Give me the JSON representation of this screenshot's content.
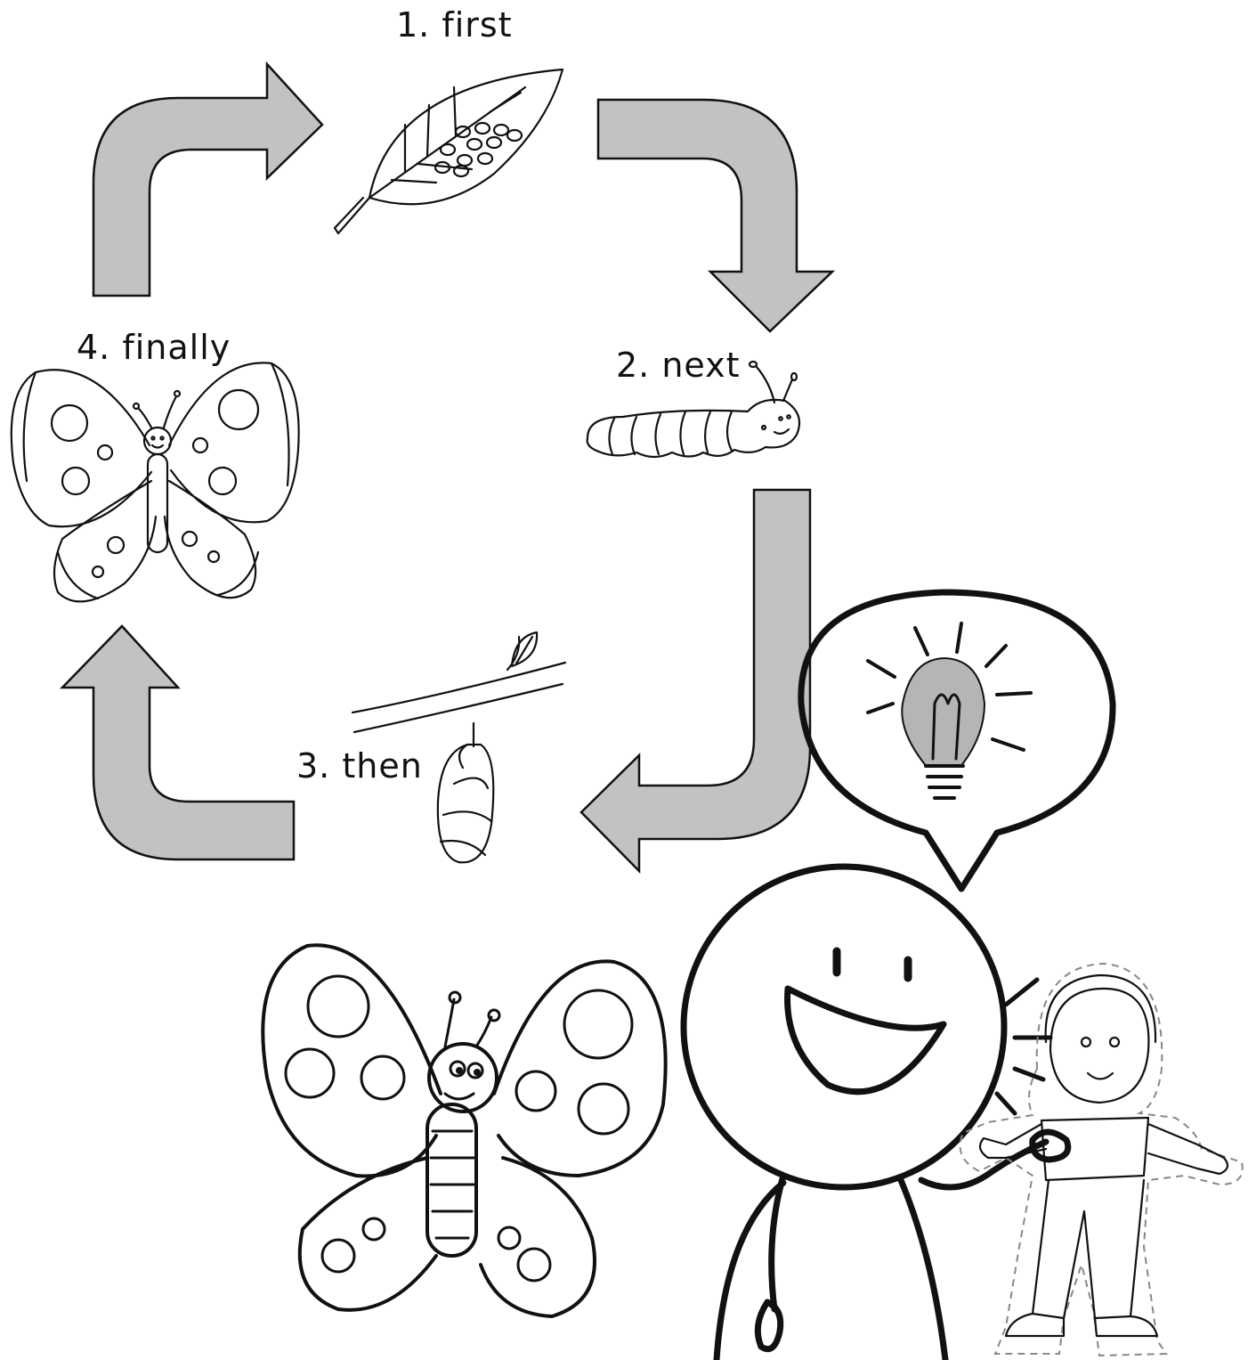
{
  "stages": [
    {
      "label": "1. first",
      "icon": "leaf-with-eggs"
    },
    {
      "label": "2. next",
      "icon": "caterpillar"
    },
    {
      "label": "3. then",
      "icon": "chrysalis"
    },
    {
      "label": "4. finally",
      "icon": "butterfly"
    }
  ],
  "colors": {
    "arrow_fill": "#c2c2c2",
    "ink": "#111111",
    "background": "#ffffff"
  }
}
